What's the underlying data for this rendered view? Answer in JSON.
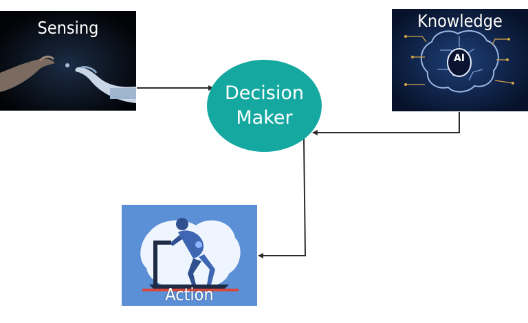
{
  "nodes": {
    "sensing": {
      "label": "Sensing"
    },
    "knowledge": {
      "label": "Knowledge",
      "badge": "AI"
    },
    "decision": {
      "label": "Decision Maker"
    },
    "action": {
      "label": "Action"
    }
  },
  "edges": [
    {
      "from": "sensing",
      "to": "decision"
    },
    {
      "from": "knowledge",
      "to": "decision"
    },
    {
      "from": "decision",
      "to": "action"
    }
  ],
  "colors": {
    "decision_fill": "#15a8a1",
    "connector": "#2b2b2b",
    "action_bg": "#5b8fd6",
    "knowledge_bg": "#0b1a3a"
  }
}
